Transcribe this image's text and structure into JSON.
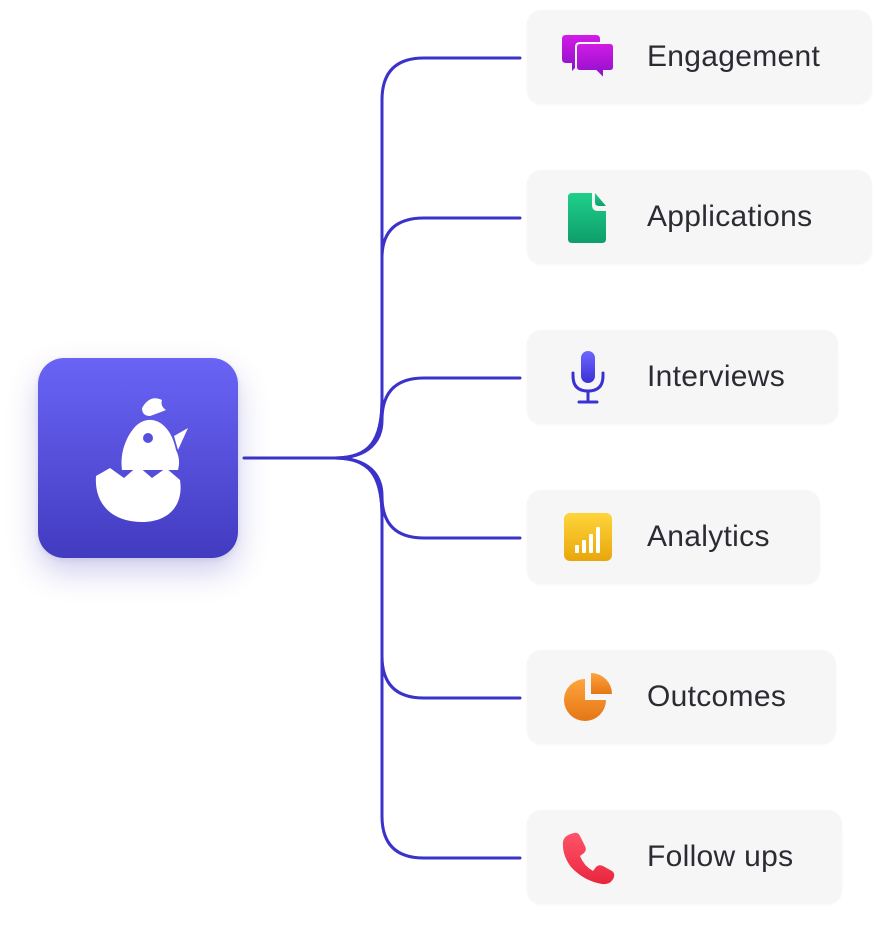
{
  "diagram": {
    "center_logo": {
      "icon": "hatching-chick-icon"
    },
    "connector_color": "#3B33C9",
    "items": [
      {
        "label": "Engagement",
        "icon": "chat-bubbles-icon",
        "color": "#B012D8"
      },
      {
        "label": "Applications",
        "icon": "document-icon",
        "color": "#12B57A"
      },
      {
        "label": "Interviews",
        "icon": "microphone-icon",
        "color": "#4B42E0"
      },
      {
        "label": "Analytics",
        "icon": "bar-chart-icon",
        "color": "#F2BE1C"
      },
      {
        "label": "Outcomes",
        "icon": "pie-chart-icon",
        "color": "#F08A24"
      },
      {
        "label": "Follow ups",
        "icon": "phone-icon",
        "color": "#F0364E"
      }
    ]
  }
}
